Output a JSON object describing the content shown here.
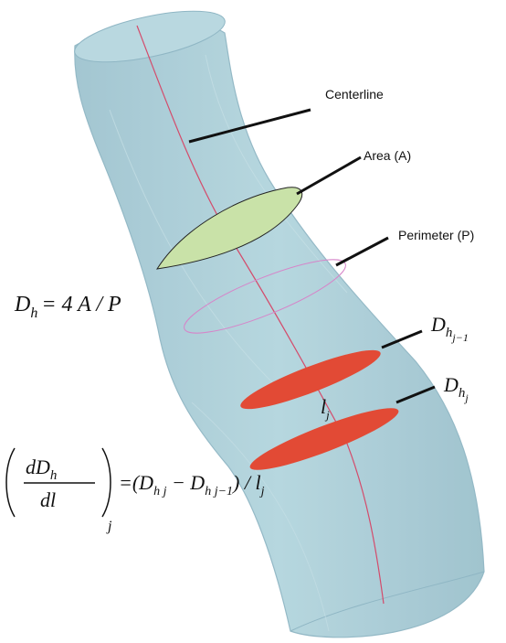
{
  "labels": {
    "centerline": "Centerline",
    "area": "Area (A)",
    "perimeter": "Perimeter (P)"
  },
  "symbols": {
    "D": "D",
    "h": "h",
    "j": "j",
    "j_minus_1": "j−1",
    "l": "l"
  },
  "formula_hydraulic": {
    "lhs_D": "D",
    "lhs_sub": "h",
    "rhs": "= 4 A / P"
  },
  "formula_derivative": {
    "numerator_d": "dD",
    "numerator_sub": "h",
    "denominator": "dl",
    "outer_sub": "j",
    "rhs_open": "=(D",
    "rhs_sub1": "h j",
    "rhs_minus": " − D",
    "rhs_sub2": "h j−1",
    "rhs_close": ") / l",
    "rhs_sub3": "j"
  },
  "colors": {
    "tube_fill": "#a7ccd6",
    "tube_edge": "#8fb6c4",
    "centerline": "#d44b6b",
    "area_fill": "#c9e2a8",
    "perimeter_stroke": "#d685c9",
    "section_fill": "#e24a35",
    "leader": "#111111"
  }
}
